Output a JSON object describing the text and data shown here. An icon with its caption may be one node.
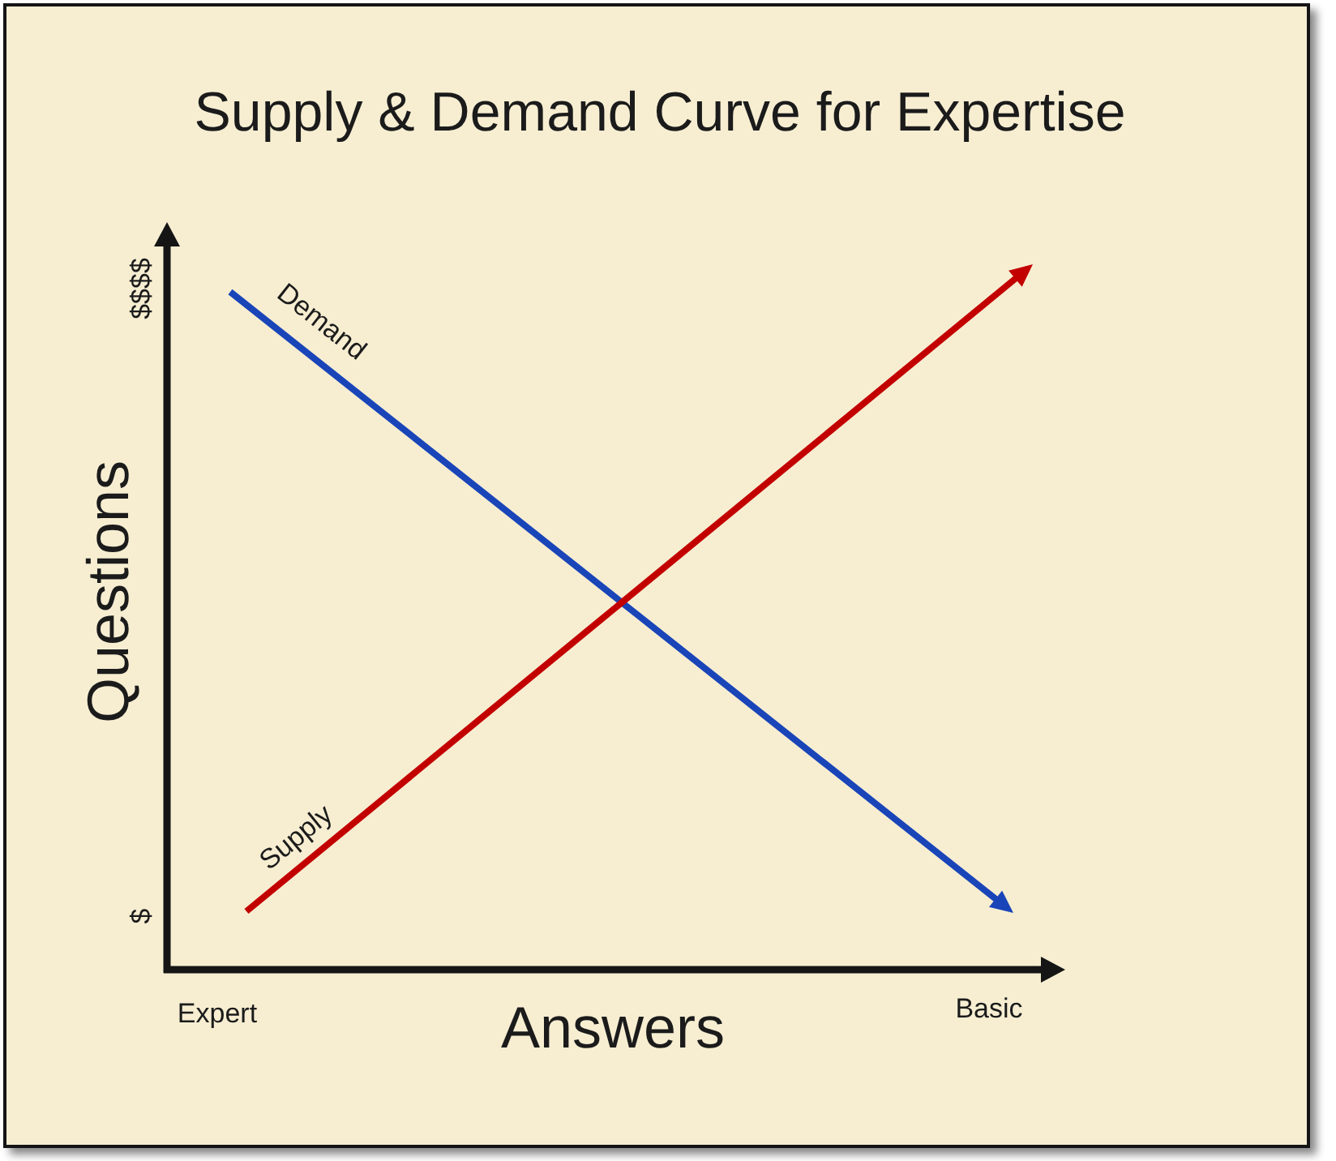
{
  "diagram": {
    "title": "Supply & Demand Curve for Expertise",
    "labels": [
      "$$$$",
      "Demand",
      "Questions",
      "Supply",
      "$",
      "Expert",
      "Answers",
      "Basic"
    ]
  }
}
